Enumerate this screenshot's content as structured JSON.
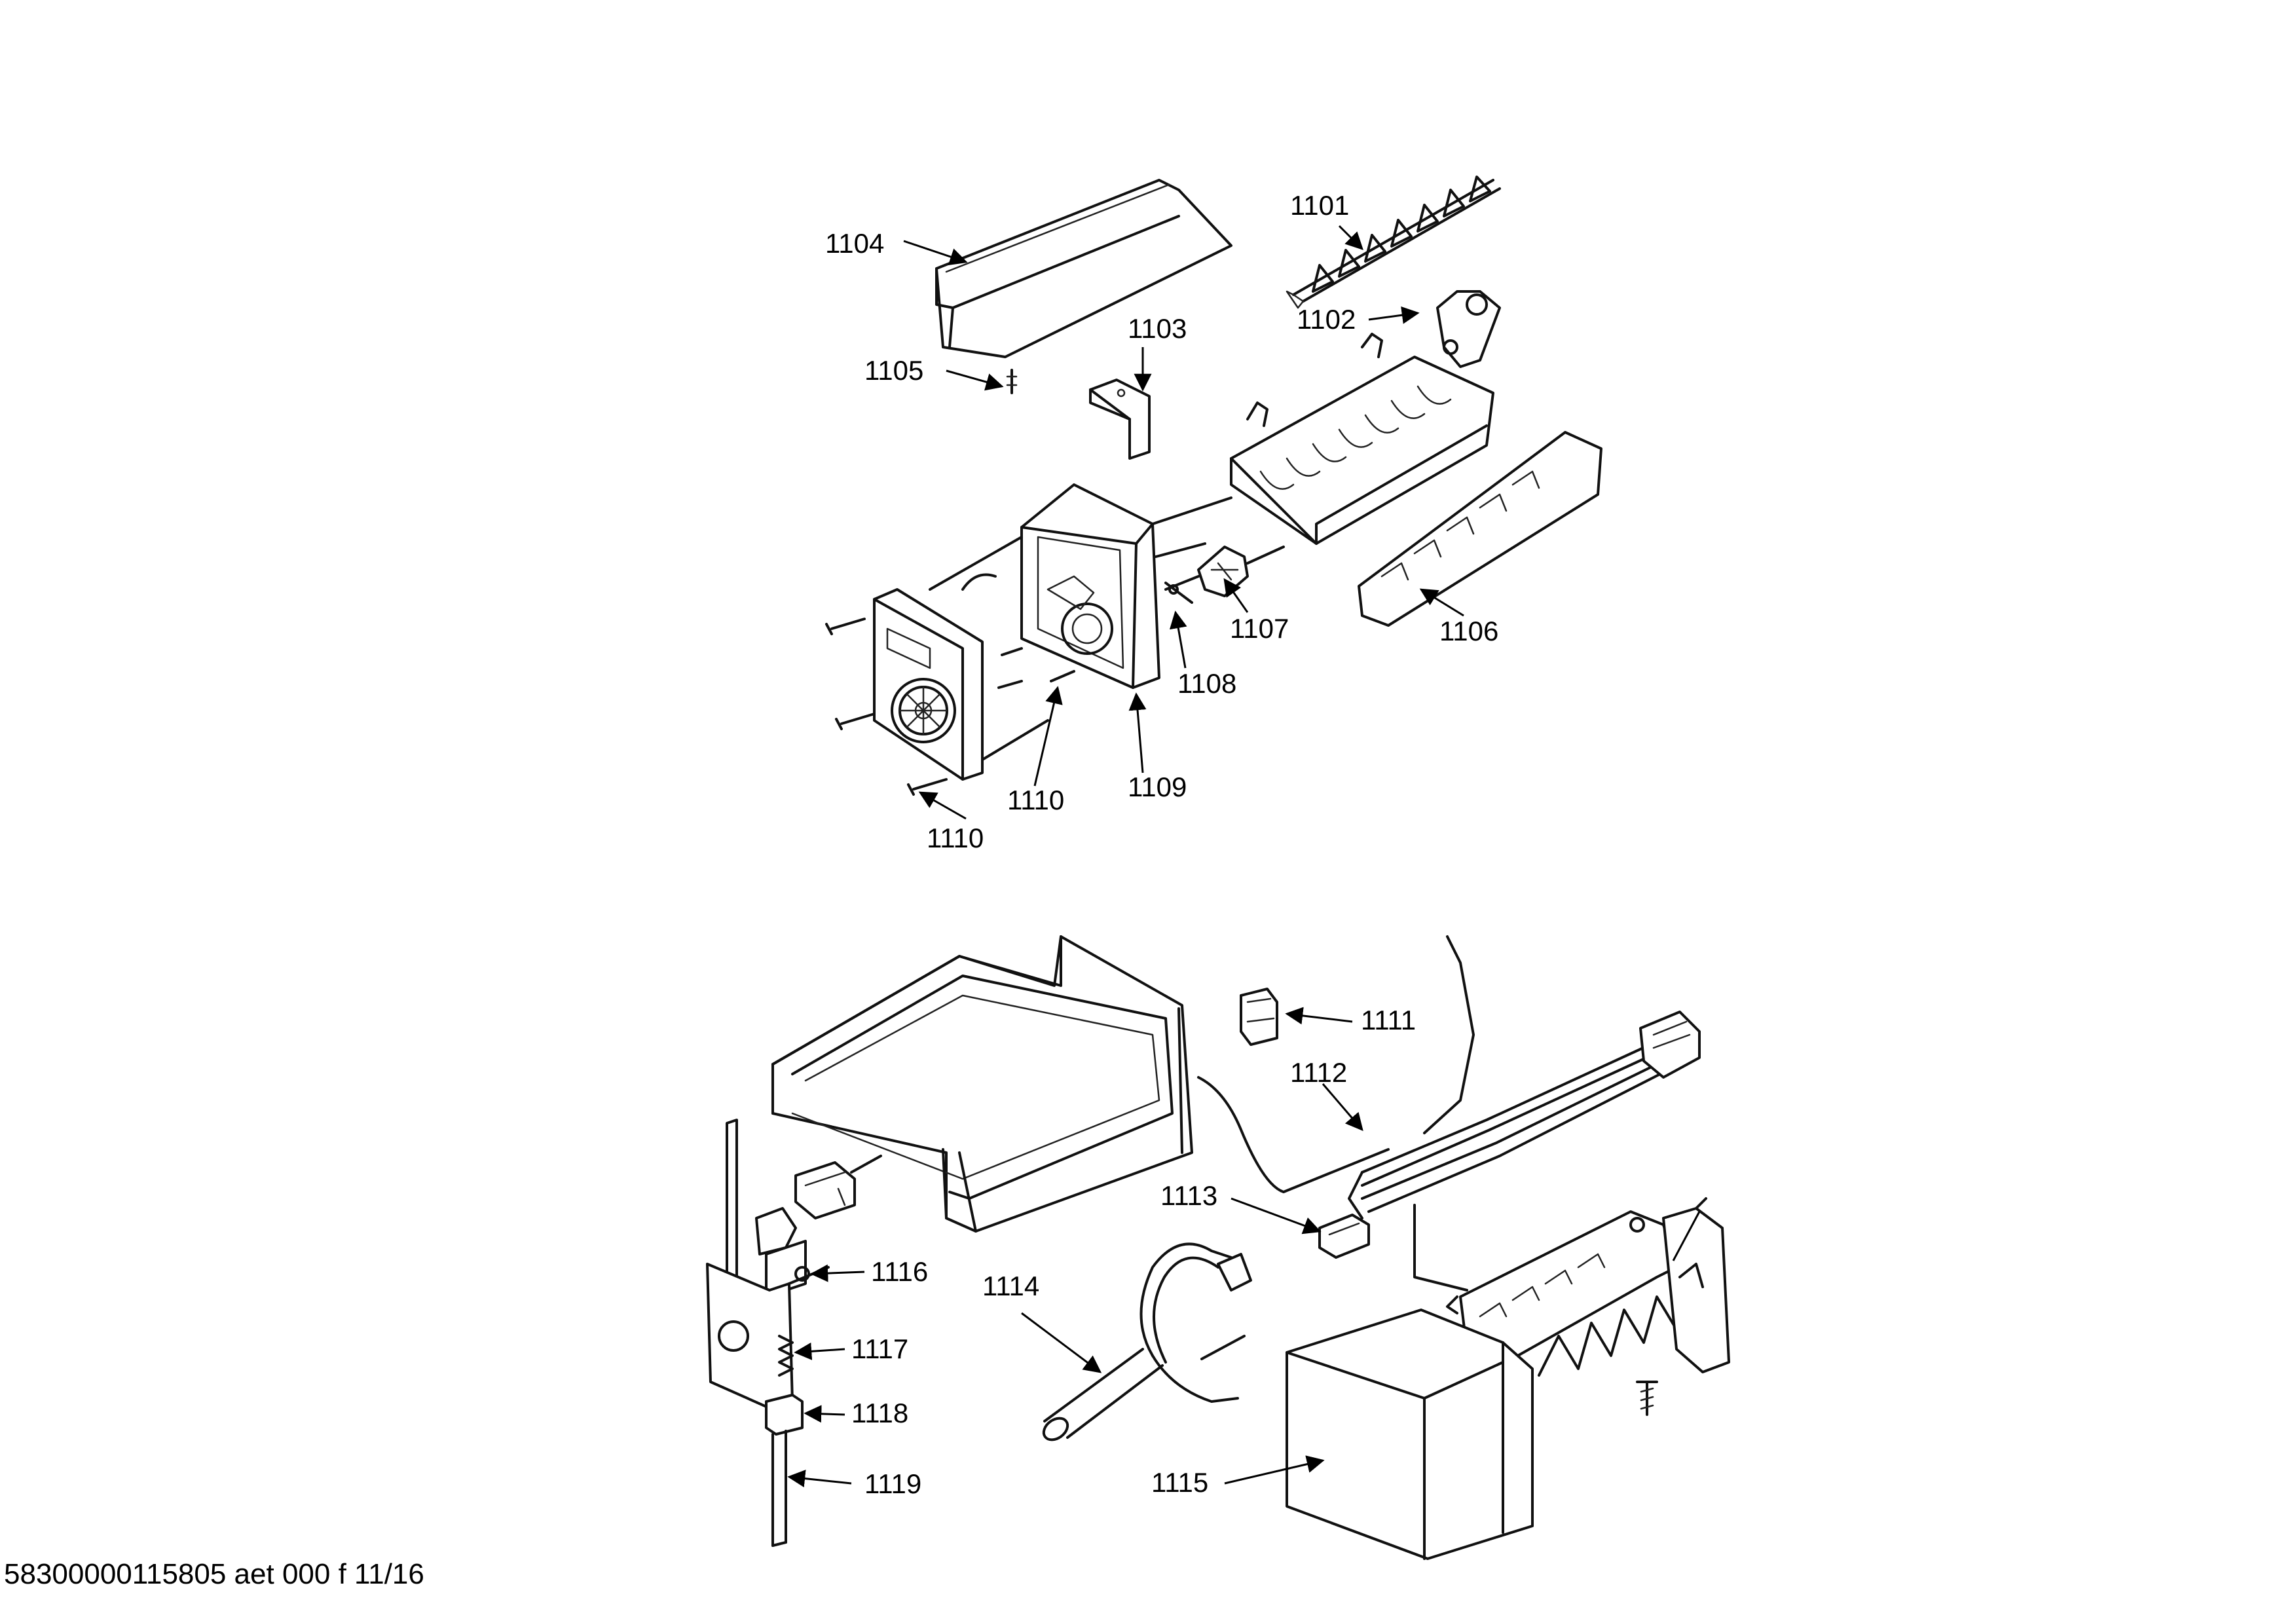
{
  "labels": {
    "l1101": "1101",
    "l1102": "1102",
    "l1103": "1103",
    "l1104": "1104",
    "l1105": "1105",
    "l1106": "1106",
    "l1107": "1107",
    "l1108": "1108",
    "l1109": "1109",
    "l1110a": "1110",
    "l1110b": "1110",
    "l1111": "1111",
    "l1112": "1112",
    "l1113": "1113",
    "l1114": "1114",
    "l1115": "1115",
    "l1116": "1116",
    "l1117": "1117",
    "l1118": "1118",
    "l1119": "1119"
  },
  "footer": "58300000115805 aet 000 f 11/16"
}
